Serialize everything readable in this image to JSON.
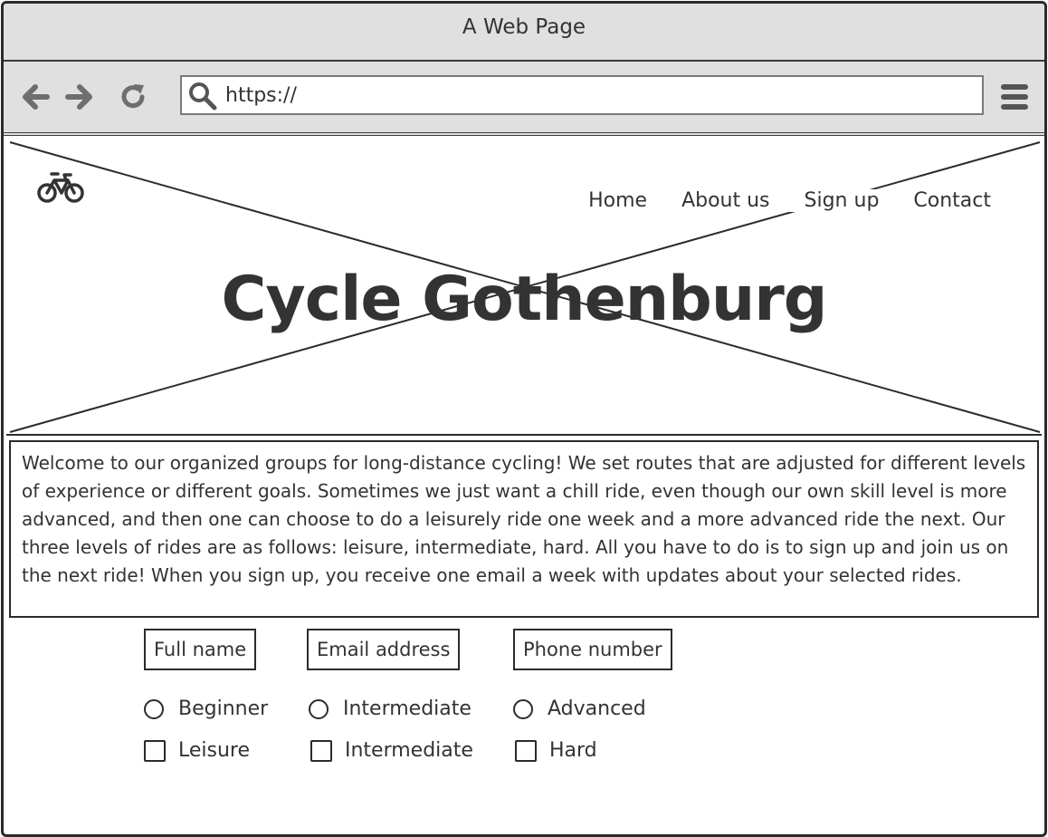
{
  "window": {
    "title": "A Web Page"
  },
  "browser": {
    "url": "https://"
  },
  "hero": {
    "logo_icon": "bicycle-icon",
    "nav": [
      "Home",
      "About us",
      "Sign up",
      "Contact"
    ],
    "title": "Cycle Gothenburg"
  },
  "intro": {
    "text": "Welcome to our organized groups for long-distance cycling! We set routes that are adjusted for different levels of experience or different goals. Sometimes we just want a chill ride, even though our own skill level is more advanced, and then one can choose to do a leisurely ride one week and a more advanced ride the next. Our three levels of rides are as follows: leisure, intermediate, hard. All you have to do is to sign up and join us on the next ride! When you sign up, you receive one email a week with updates about your selected rides."
  },
  "form": {
    "fields": [
      "Full name",
      "Email address",
      "Phone number"
    ],
    "experience_options": [
      "Beginner",
      "Intermediate",
      "Advanced"
    ],
    "ride_levels": [
      "Leisure",
      "Intermediate",
      "Hard"
    ]
  },
  "colors": {
    "chrome": "#e0e0e0",
    "ink": "#333333"
  }
}
